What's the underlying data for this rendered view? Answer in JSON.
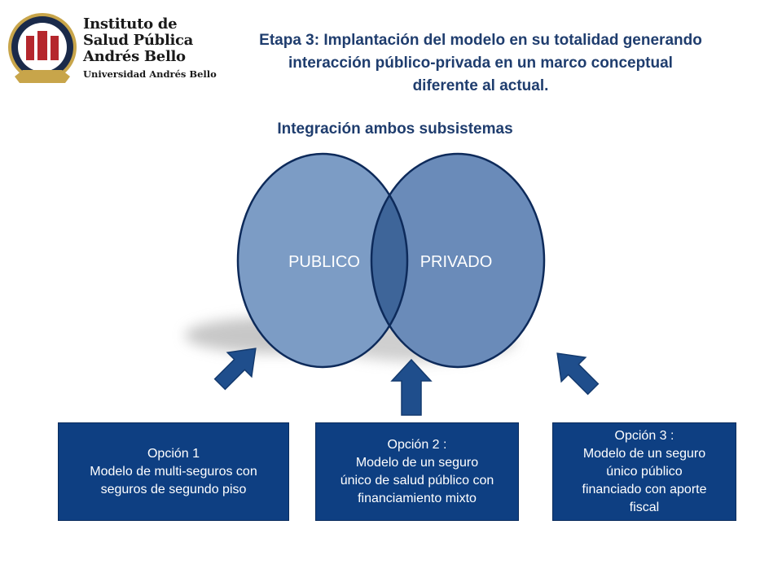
{
  "logo": {
    "icon": "crest-icon",
    "name_lines": [
      "Instituto de",
      "Salud Pública",
      "Andrés Bello"
    ],
    "university": "Universidad Andrés Bello",
    "colors": {
      "ring": "#1a2a4a",
      "gold": "#c8a54a",
      "red": "#b5272d"
    }
  },
  "title_lines": [
    "Etapa 3: Implantación del modelo en su totalidad generando",
    "interacción público-privada en un marco conceptual",
    "diferente al actual."
  ],
  "subtitle": "Integración ambos subsistemas",
  "venn": {
    "left_label": "PUBLICO",
    "right_label": "PRIVADO",
    "colors": {
      "left": "#7c9cc5",
      "right": "#6a8bb9",
      "overlap": "#3e6599",
      "stroke": "#0d2a5a"
    }
  },
  "options": [
    {
      "lines": [
        "Opción 1",
        "Modelo de multi-seguros con",
        "seguros de  segundo piso"
      ]
    },
    {
      "lines": [
        "Opción 2 :",
        "Modelo de un seguro",
        "único de salud público con",
        "financiamiento mixto"
      ]
    },
    {
      "lines": [
        "Opción 3 :",
        "Modelo de un seguro",
        "único  público",
        "financiado con aporte",
        "fiscal"
      ]
    }
  ],
  "arrow_color": "#1f4e8c",
  "box_color": "#0e3f82"
}
